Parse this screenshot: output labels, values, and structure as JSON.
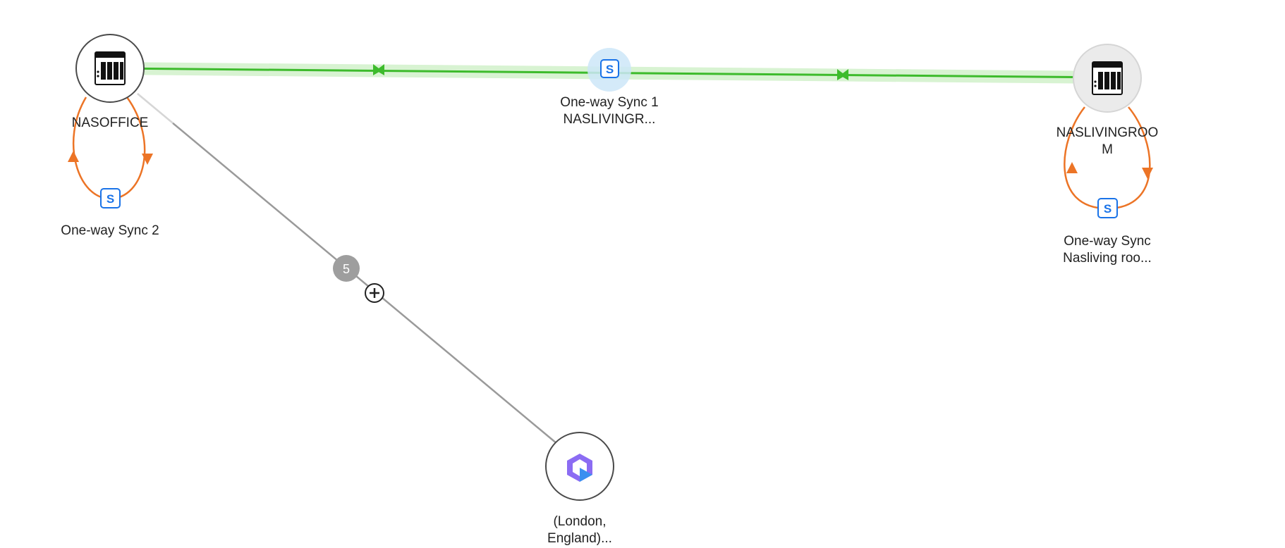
{
  "colors": {
    "sync_link": "#3dbb2c",
    "sync_link_halo": "#d8f3d2",
    "local_sync_link": "#ec7426",
    "cloud_link": "#9a9a9a",
    "node_border": "#4a4a4a",
    "badge": "#1a73e8",
    "count_badge": "#9e9e9e"
  },
  "nodes": {
    "nasoffice": {
      "name": "NASOFFICE",
      "icon": "nas-icon"
    },
    "naslivingroom": {
      "name_line1": "NASLIVINGROO",
      "name_line2": "M",
      "icon": "nas-icon"
    },
    "cloud": {
      "name_line1": "(London,",
      "name_line2": "England)...",
      "icon": "cloud-service-icon"
    }
  },
  "links": {
    "sync1": {
      "badge": "S",
      "label_line1": "One-way Sync 1",
      "label_line2": "NASLIVINGR..."
    },
    "sync2": {
      "badge": "S",
      "label": "One-way Sync 2"
    },
    "sync_living": {
      "badge": "S",
      "label_line1": "One-way Sync",
      "label_line2": "Nasliving roo..."
    },
    "cloud_link": {
      "count": "5",
      "expand_icon": "plus-circle-icon"
    }
  }
}
